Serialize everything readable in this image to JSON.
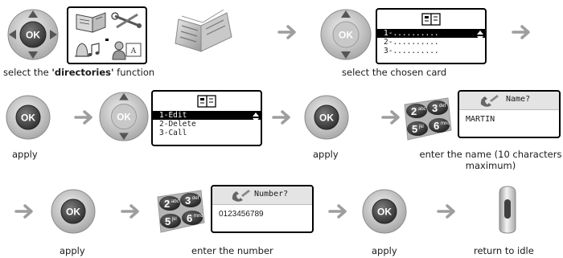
{
  "captions": {
    "select_dir_prefix": "select the ",
    "select_dir_bold": "'directories'",
    "select_dir_suffix": " function",
    "select_card": "select the chosen card",
    "apply_1": "apply",
    "enter_name": "enter the name (10 characters\nmaximum)",
    "apply_2": "apply",
    "apply_3": "apply",
    "enter_number": "enter the number",
    "apply_4": "apply",
    "return_idle": "return to idle"
  },
  "key_labels": {
    "ok": "OK"
  },
  "card_list_screen": {
    "items": [
      "1-..........",
      "2-..........",
      "3-.........."
    ],
    "selected_index": 0
  },
  "edit_menu_screen": {
    "items": [
      "1-Edit",
      "2-Delete",
      "3-Call"
    ],
    "selected_index": 0
  },
  "name_screen": {
    "prompt": "Name?",
    "value": "MARTIN"
  },
  "number_screen": {
    "prompt": "Number?",
    "value": "0123456789"
  },
  "keypad": {
    "keys": [
      "2",
      "3",
      "5",
      "6"
    ],
    "letters": [
      "abc",
      "def",
      "jkl",
      "mno"
    ]
  },
  "colors": {
    "navigator_gray": "#a8a8a8",
    "ok_dark": "#4a4a4a",
    "arrow_gray": "#9e9e9e",
    "keypad": "#3a3a3a"
  },
  "icons": [
    "navigator-icon",
    "ok-key-icon",
    "directory-book-icon",
    "keypad-icon",
    "handset-icon",
    "phone-end-key-icon"
  ]
}
